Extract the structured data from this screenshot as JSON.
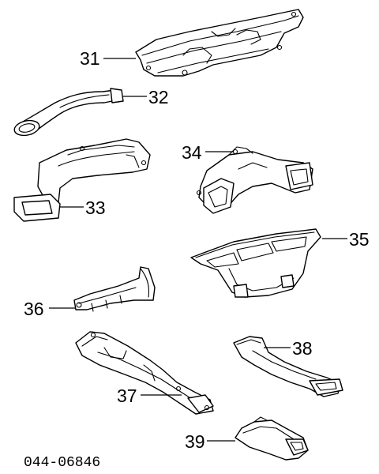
{
  "diagram_code": "044-06846",
  "callouts": [
    {
      "id": "31",
      "label": "31"
    },
    {
      "id": "32",
      "label": "32"
    },
    {
      "id": "33",
      "label": "33"
    },
    {
      "id": "34",
      "label": "34"
    },
    {
      "id": "35",
      "label": "35"
    },
    {
      "id": "36",
      "label": "36"
    },
    {
      "id": "37",
      "label": "37"
    },
    {
      "id": "38",
      "label": "38"
    },
    {
      "id": "39",
      "label": "39"
    }
  ]
}
